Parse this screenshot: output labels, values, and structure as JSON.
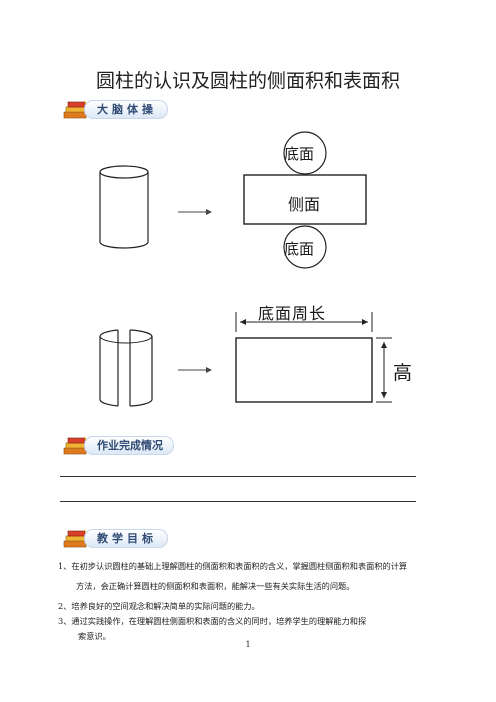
{
  "title": "圆柱的认识及圆柱的侧面积和表面积",
  "sections": {
    "warmup": "大脑体操",
    "homework": "作业完成情况",
    "goals": "教学目标"
  },
  "diagram1": {
    "top_label": "底面",
    "side_label": "侧面",
    "bottom_label": "底面"
  },
  "diagram2": {
    "width_label": "底面周长",
    "height_label": "高"
  },
  "objectives": [
    {
      "num": "1、",
      "text": "在初步认识圆柱的基础上理解圆柱的侧面积和表面积的含义，掌握圆柱侧面积和表面积的计算"
    },
    {
      "num": "",
      "text": "方法，会正确计算圆柱的侧面积和表面积，能解决一些有关实际生活的问题。"
    },
    {
      "num": "2、",
      "text": "培养良好的空间观念和解决简单的实际问题的能力。"
    },
    {
      "num": "3、",
      "text": "通过实践操作，在理解圆柱侧面积和表面的含义的同时，培养学生的理解能力和探"
    },
    {
      "num": "",
      "text": "索意识。"
    }
  ],
  "page_number": "1"
}
